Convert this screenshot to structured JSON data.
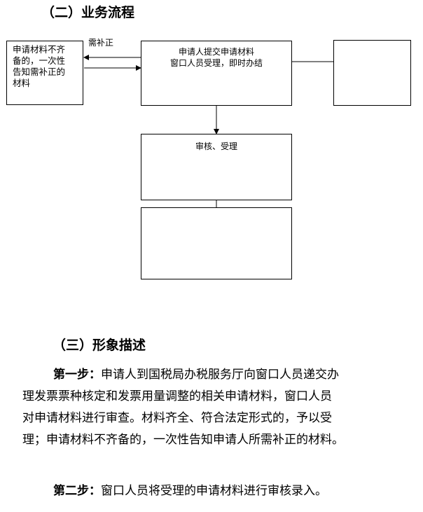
{
  "section2": {
    "heading": "（二）业务流程"
  },
  "flowchart": {
    "left_box": {
      "lines": [
        "申请材料不齐",
        "备的，一次性",
        "告知需补正的",
        "材料"
      ]
    },
    "arrow_label": "需补正",
    "main_box": {
      "lines": [
        "申请人提交申请材料",
        "窗口人员受理，即时办结"
      ]
    },
    "review_box": {
      "text": "审核、受理"
    }
  },
  "section3": {
    "heading": "（三）形象描述",
    "step1": {
      "lead": "第一步：",
      "line1": "申请人到国税局办税服务厅向窗口人员递交办",
      "line2": "理发票票种核定和发票用量调整的相关申请材料，窗口人员",
      "line3": "对申请材料进行审查。材料齐全、符合法定形式的，予以受",
      "line4": "理；申请材料不齐备的，一次性告知申请人所需补正的材料。"
    },
    "step2": {
      "lead": "第二步：",
      "text": "窗口人员将受理的申请材料进行审核录入。"
    }
  }
}
